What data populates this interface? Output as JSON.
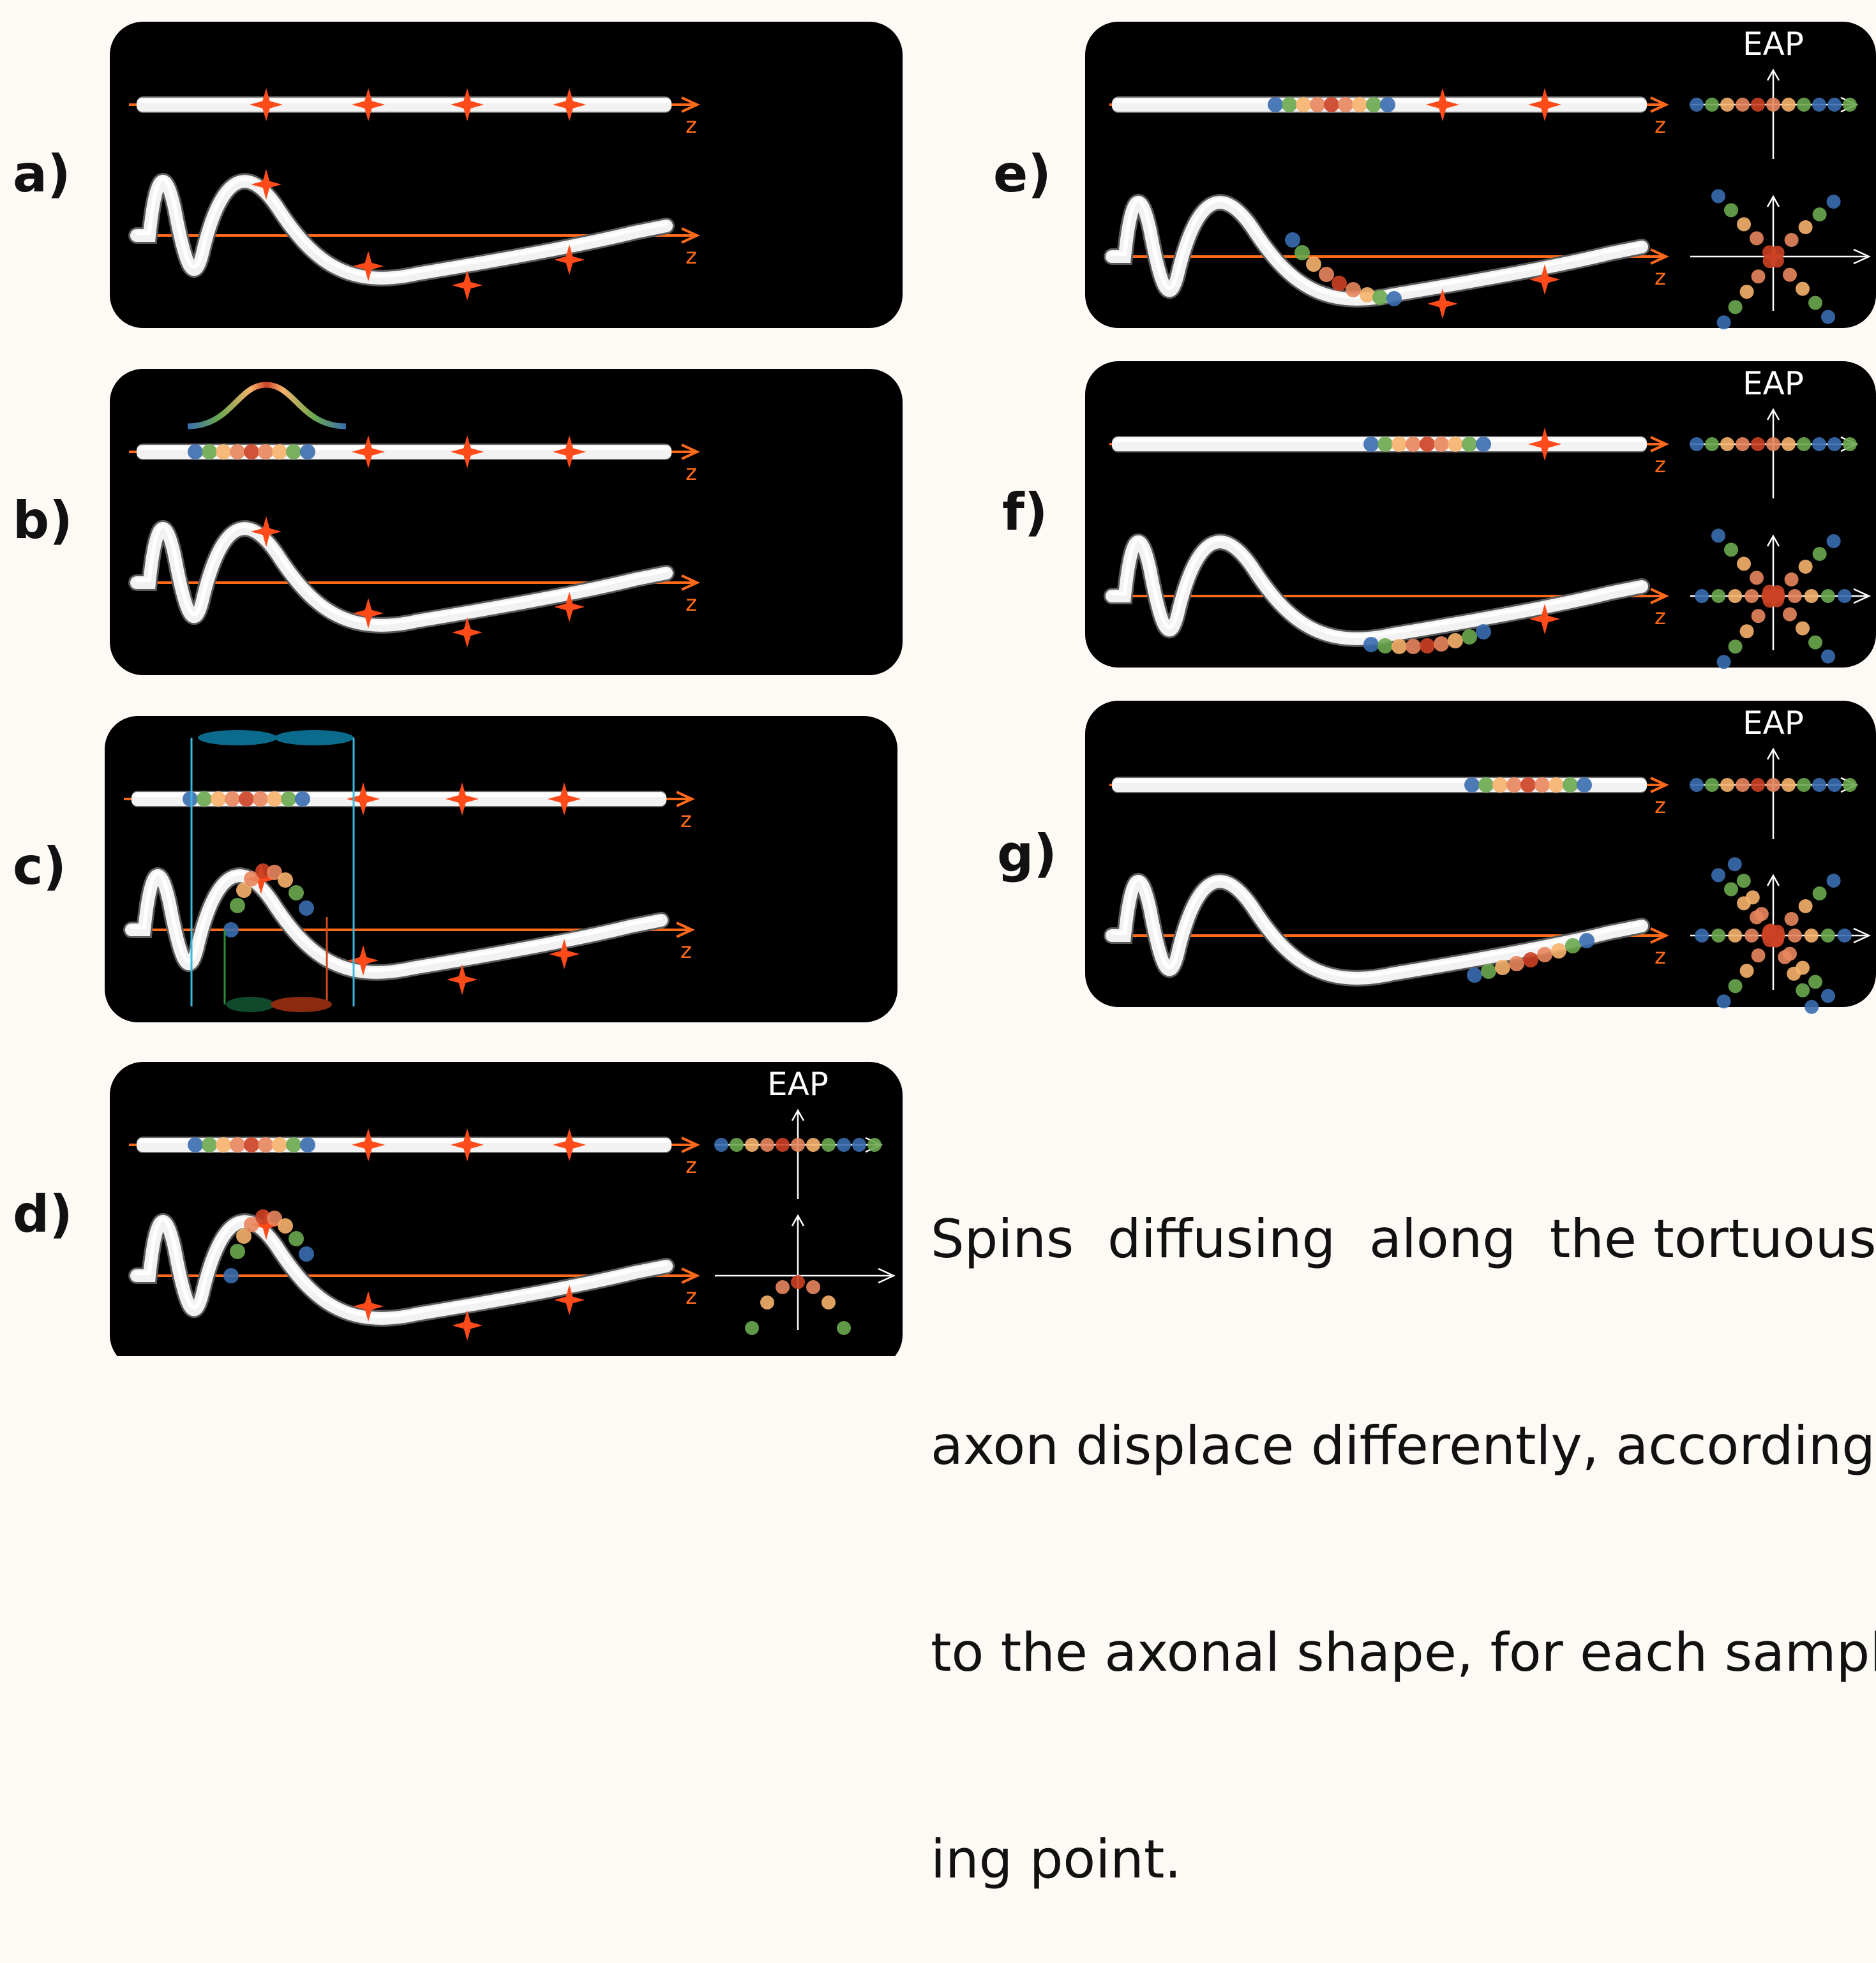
{
  "panels": [
    {
      "label": "a)",
      "axis_label": "z"
    },
    {
      "label": "b)",
      "axis_label": "z"
    },
    {
      "label": "c)",
      "axis_label": "z"
    },
    {
      "label": "d)",
      "axis_label": "z",
      "eap_label": "EAP"
    },
    {
      "label": "e)",
      "axis_label": "z",
      "eap_label": "EAP"
    },
    {
      "label": "f)",
      "axis_label": "z",
      "eap_label": "EAP"
    },
    {
      "label": "g)",
      "axis_label": "z",
      "eap_label": "EAP"
    }
  ],
  "caption": [
    "Spins  diffusing  along  the tortuous",
    "axon displace differently, according",
    "to the axonal shape, for each sampl-",
    "ing point."
  ],
  "colors": {
    "panel_bg": "#000000",
    "axis": "#ff6a1a",
    "axon": "#f2f2f2",
    "marker": "#ff4a1a",
    "cylinder_blue": "#0b6b8c",
    "cylinder_green": "#0f4a2a",
    "cylinder_red": "#8c2a10",
    "projection_line": "#3ab8e0",
    "spin_palette": [
      "#3a6db0",
      "#6aa84f",
      "#f6b26b",
      "#e8865e",
      "#cc4125",
      "#e8865e",
      "#f6b26b",
      "#6aa84f",
      "#3a6db0"
    ]
  }
}
